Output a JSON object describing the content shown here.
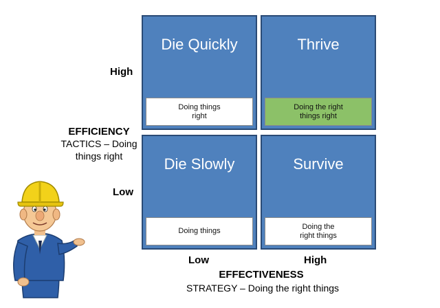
{
  "y_axis": {
    "high_label": "High",
    "low_label": "Low",
    "title": "EFFICIENCY",
    "subtitle_line1": "TACTICS – Doing",
    "subtitle_line2": "things right"
  },
  "x_axis": {
    "low_label": "Low",
    "high_label": "High",
    "title": "EFFECTIVENESS",
    "subtitle": "STRATEGY – Doing the right things"
  },
  "quadrants": {
    "top_left": {
      "title": "Die Quickly",
      "box_line1": "Doing things",
      "box_line2": "right"
    },
    "top_right": {
      "title": "Thrive",
      "box_line1": "Doing the right",
      "box_line2": "things right",
      "box_color": "#8cc168"
    },
    "bottom_left": {
      "title": "Die Slowly",
      "box_line1": "Doing things",
      "box_line2": ""
    },
    "bottom_right": {
      "title": "Survive",
      "box_line1": "Doing the",
      "box_line2": "right things"
    }
  },
  "colors": {
    "quadrant_fill": "#4f81bd",
    "quadrant_border": "#2a4a75",
    "helmet": "#f2d21a",
    "jacket": "#2f5fa8"
  }
}
